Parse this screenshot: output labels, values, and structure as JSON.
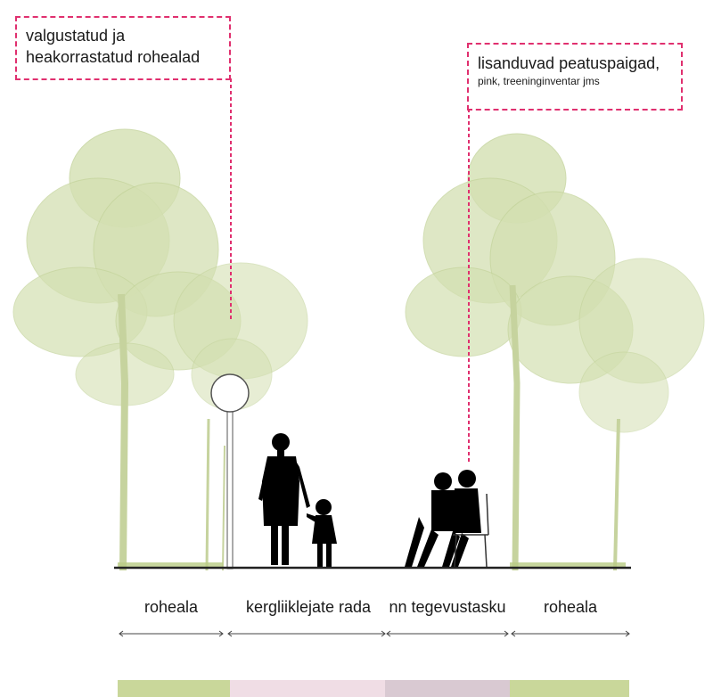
{
  "callouts": {
    "left": {
      "line1": "valgustatud ja",
      "line2": "heakorrastatud rohealad"
    },
    "right": {
      "line1": "lisanduvad peatuspaigad,",
      "line2": "pink, treeninginventar jms"
    }
  },
  "zones": [
    {
      "label": "roheala",
      "color": "#c9d79a"
    },
    {
      "label": "kergliiklejate rada",
      "color": "#f0dde5"
    },
    {
      "label": "nn tegevustasku",
      "color": "#d9c9d2"
    },
    {
      "label": "roheala",
      "color": "#c9d79a"
    }
  ],
  "colors": {
    "callout_border": "#e0306f",
    "tree": "#cfdcaa",
    "ground": "#222222",
    "silhouette": "#000000"
  }
}
